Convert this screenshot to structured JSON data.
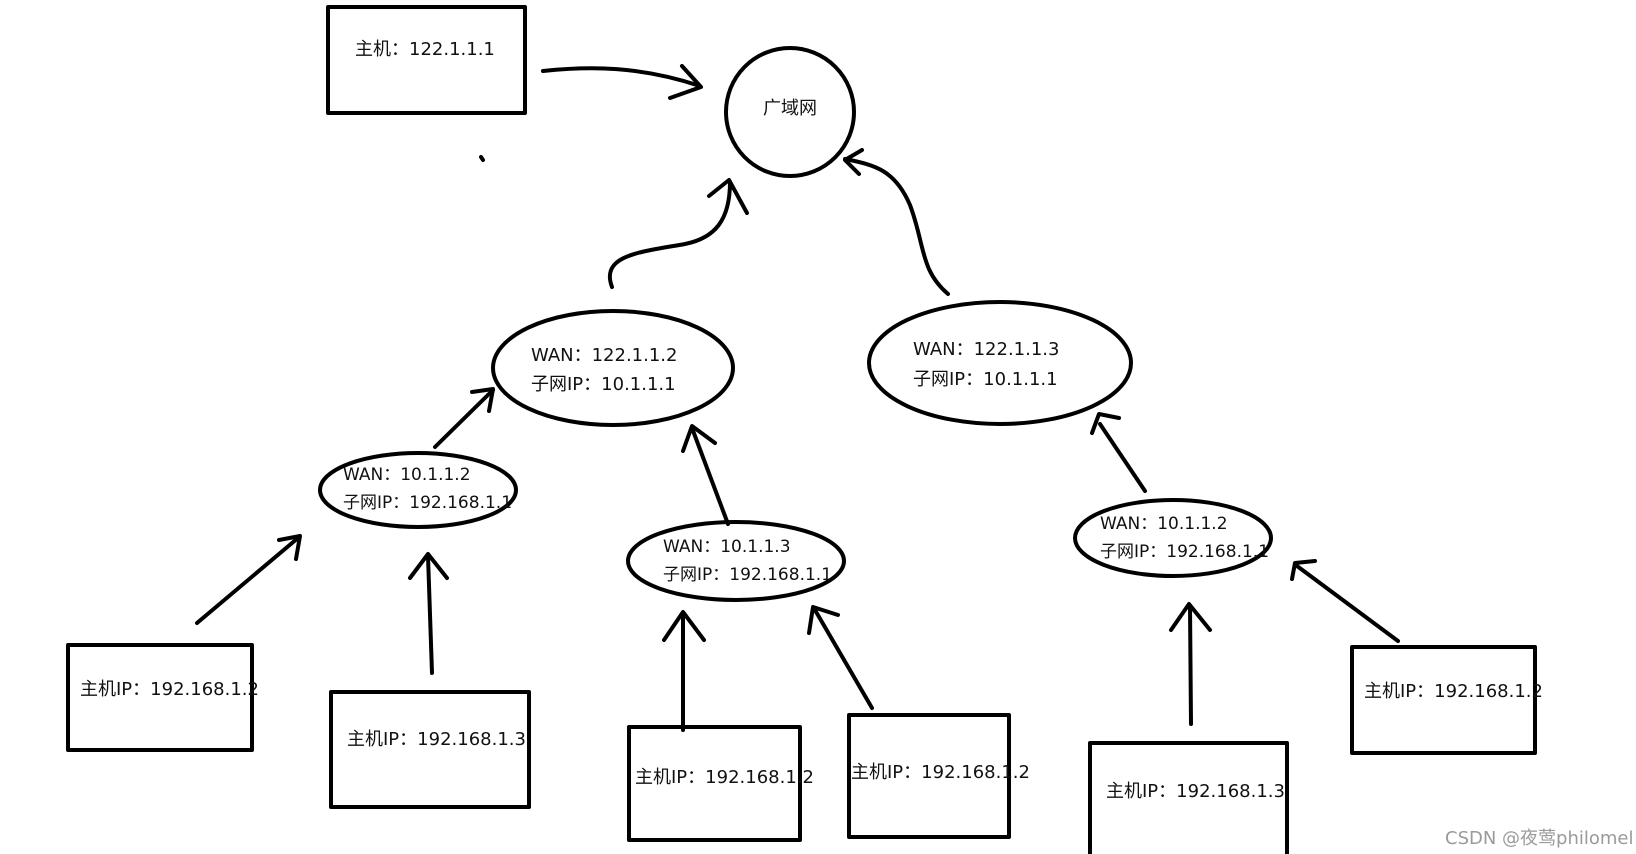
{
  "internet": {
    "label": "广域网"
  },
  "public_host": {
    "label": "主机：122.1.1.1"
  },
  "routers": {
    "left": {
      "wan": "WAN：122.1.1.2",
      "subnet": "子网IP：10.1.1.1"
    },
    "right": {
      "wan": "WAN：122.1.1.3",
      "subnet": "子网IP：10.1.1.1"
    },
    "left_sub_a": {
      "wan": "WAN：10.1.1.2",
      "subnet": "子网IP：192.168.1.1"
    },
    "left_sub_b": {
      "wan": "WAN：10.1.1.3",
      "subnet": "子网IP：192.168.1.1"
    },
    "right_sub": {
      "wan": "WAN：10.1.1.2",
      "subnet": "子网IP：192.168.1.1"
    }
  },
  "hosts": [
    {
      "label": "主机IP：192.168.1.2"
    },
    {
      "label": "主机IP：192.168.1.3"
    },
    {
      "label": "主机IP：192.168.1.2"
    },
    {
      "label": "主机IP：192.168.1.2"
    },
    {
      "label": "主机IP：192.168.1.3"
    },
    {
      "label": "主机IP：192.168.1.2"
    }
  ],
  "watermark": "CSDN @夜莺philomel"
}
